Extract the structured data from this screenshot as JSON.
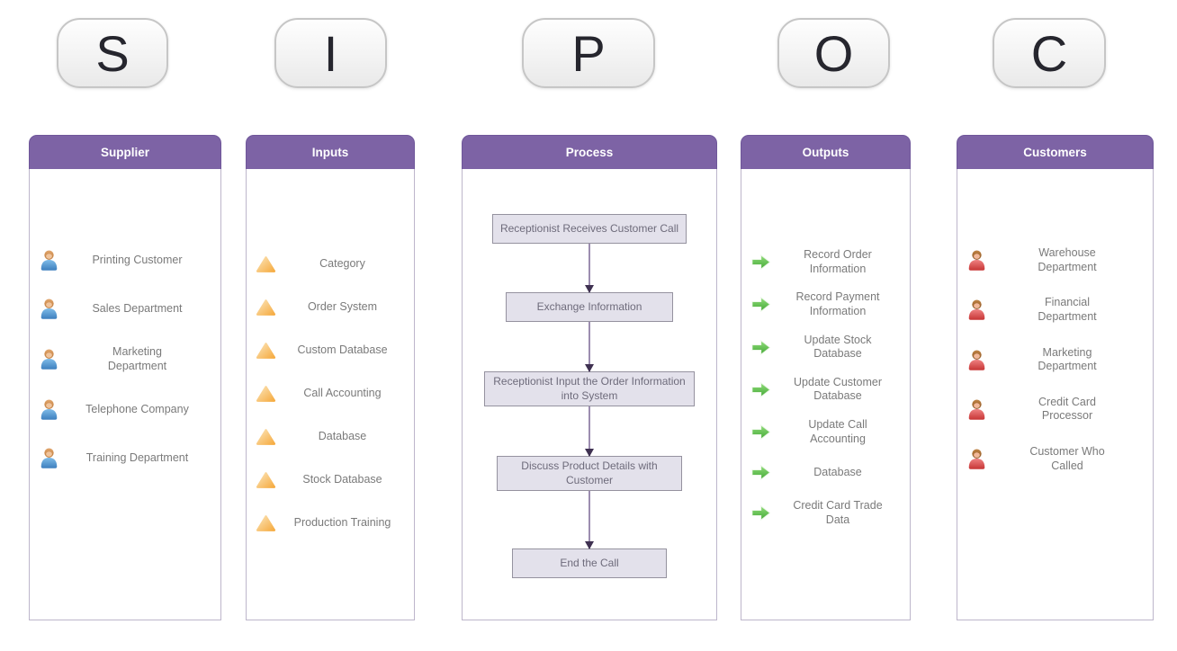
{
  "badges": [
    {
      "letter": "S"
    },
    {
      "letter": "I"
    },
    {
      "letter": "P"
    },
    {
      "letter": "O"
    },
    {
      "letter": "C"
    }
  ],
  "colors": {
    "header_purple": "#7D63A5",
    "process_box_fill": "#E3E1EB",
    "process_box_border": "#95929F",
    "flow_arrow_line": "#9C8DB0",
    "flow_arrow_head": "#3F3151",
    "item_text_gray": "#7A7A7A",
    "supplier_icon_blue": "#3D7FBE",
    "input_icon_orange": "#F5A738",
    "output_icon_green": "#45A837",
    "customer_icon_red": "#C93A3A"
  },
  "columns": {
    "supplier": {
      "title": "Supplier",
      "icon": "person-blue-icon",
      "items": [
        "Printing Customer",
        "Sales Department",
        "Marketing Department",
        "Telephone Company",
        "Training Department"
      ]
    },
    "inputs": {
      "title": "Inputs",
      "icon": "triangle-orange-icon",
      "items": [
        "Category",
        "Order System",
        "Custom Database",
        "Call Accounting",
        "Database",
        "Stock Database",
        "Production Training"
      ]
    },
    "process": {
      "title": "Process",
      "steps": [
        "Receptionist Receives Customer Call",
        "Exchange Information",
        "Receptionist Input the Order Information into System",
        "Discuss Product Details with Customer",
        "End the Call"
      ]
    },
    "outputs": {
      "title": "Outputs",
      "icon": "arrow-right-green-icon",
      "items": [
        "Record Order Information",
        "Record Payment Information",
        "Update Stock Database",
        "Update Customer Database",
        "Update Call Accounting",
        "Database",
        "Credit Card Trade Data"
      ]
    },
    "customers": {
      "title": "Customers",
      "icon": "person-red-icon",
      "items": [
        "Warehouse Department",
        "Financial Department",
        "Marketing Department",
        "Credit Card Processor",
        "Customer Who Called"
      ]
    }
  }
}
